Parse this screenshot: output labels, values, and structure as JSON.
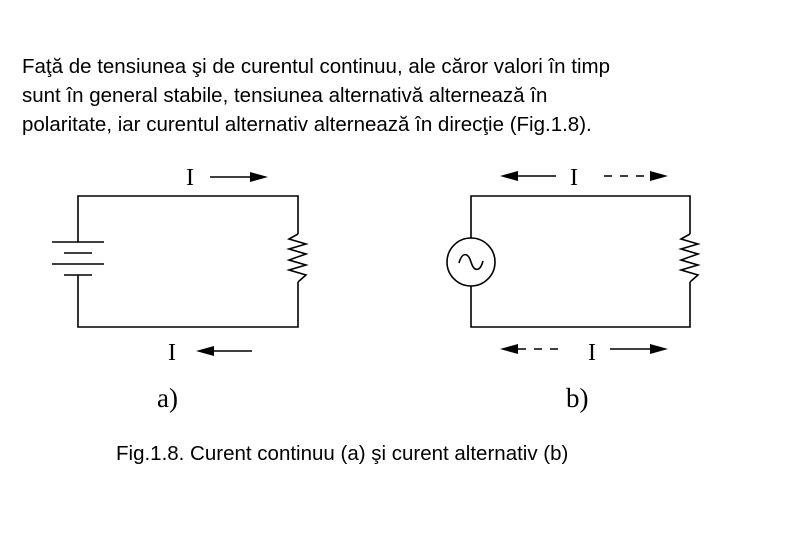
{
  "intro": {
    "lines": [
      "Faţă de tensiunea şi de curentul continuu, ale căror valori în timp",
      "sunt în general stabile, tensiunea alternativă alternează în",
      "polaritate, iar curentul alternativ alternează în direcţie (Fig.1.8)."
    ]
  },
  "figure": {
    "circuit_a": {
      "current_label_top": "I",
      "current_label_bottom": "I",
      "panel_label": "a)"
    },
    "circuit_b": {
      "current_label_top": "I",
      "current_label_bottom": "I",
      "panel_label": "b)"
    },
    "caption": "Fig.1.8. Curent continuu (a) şi curent alternativ (b)"
  }
}
